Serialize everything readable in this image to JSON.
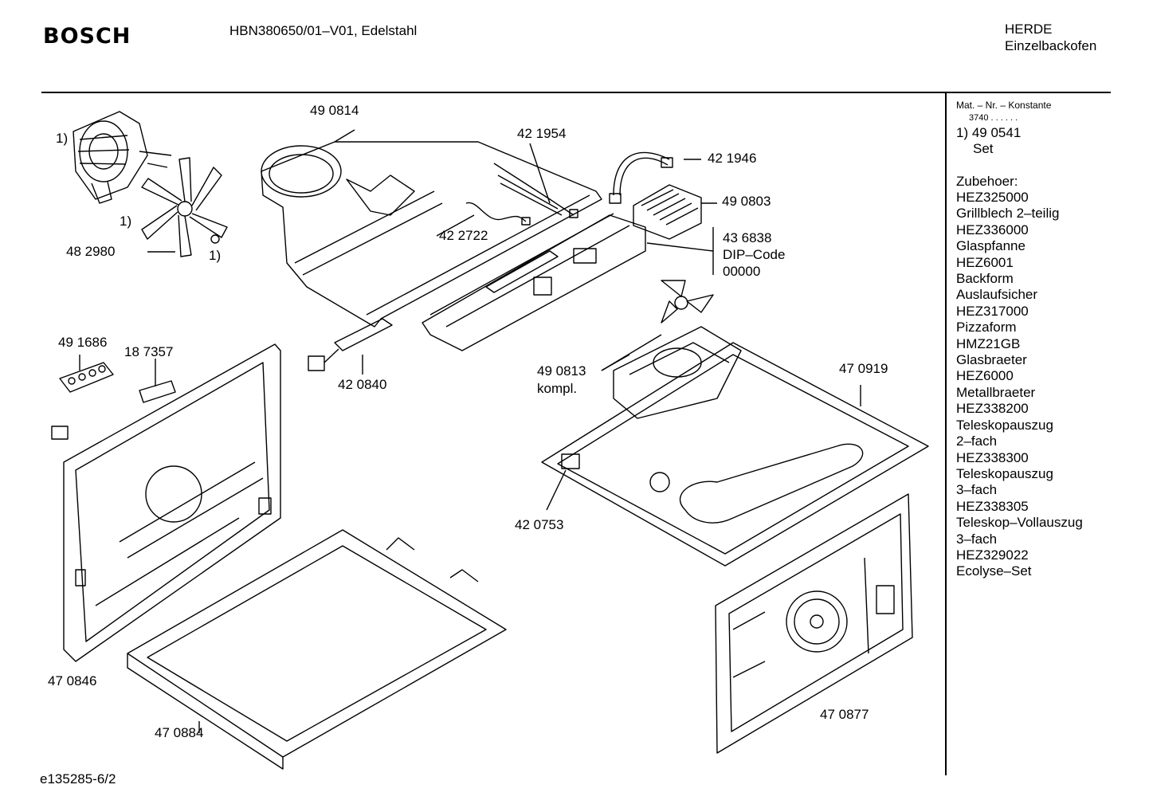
{
  "header": {
    "brand": "BOSCH",
    "model": "HBN380650/01–V01, Edelstahl",
    "category": "HERDE",
    "subcategory": "Einzelbackofen"
  },
  "sidebar": {
    "konstante_label": "Mat. – Nr. – Konstante",
    "konstante_value": "3740 .  .  .  .  .  .",
    "set_number": "1) 49 0541",
    "set_label": "Set",
    "accessories_title": "Zubehoer:",
    "accessories": [
      "HEZ325000",
      "Grillblech 2–teilig",
      "HEZ336000",
      "Glaspfanne",
      "HEZ6001",
      "Backform",
      "Auslaufsicher",
      "HEZ317000",
      "Pizzaform",
      "HMZ21GB",
      "Glasbraeter",
      "HEZ6000",
      "Metallbraeter",
      "HEZ338200",
      "Teleskopauszug",
      "2–fach",
      "HEZ338300",
      "Teleskopauszug",
      "3–fach",
      "HEZ338305",
      "Teleskop–Vollauszug",
      "3–fach",
      "HEZ329022",
      "Ecolyse–Set"
    ]
  },
  "parts": {
    "p490814": "49 0814",
    "p421954": "42 1954",
    "p421946": "42 1946",
    "p490803": "49 0803",
    "p436838": "43 6838",
    "dip_label": "DIP–Code",
    "dip_value": "00000",
    "p422722": "42 2722",
    "p482980": "48 2980",
    "set_marker_1": "1)",
    "set_marker_2": "1)",
    "set_marker_3": "1)",
    "p491686": "49 1686",
    "p187357": "18 7357",
    "p420840": "42 0840",
    "p490813": "49 0813",
    "kompl": "kompl.",
    "p470919": "47 0919",
    "p420753": "42 0753",
    "p470846": "47 0846",
    "p470884": "47 0884",
    "p470877": "47 0877"
  },
  "footer": {
    "doc_id": "e135285-6/2"
  }
}
